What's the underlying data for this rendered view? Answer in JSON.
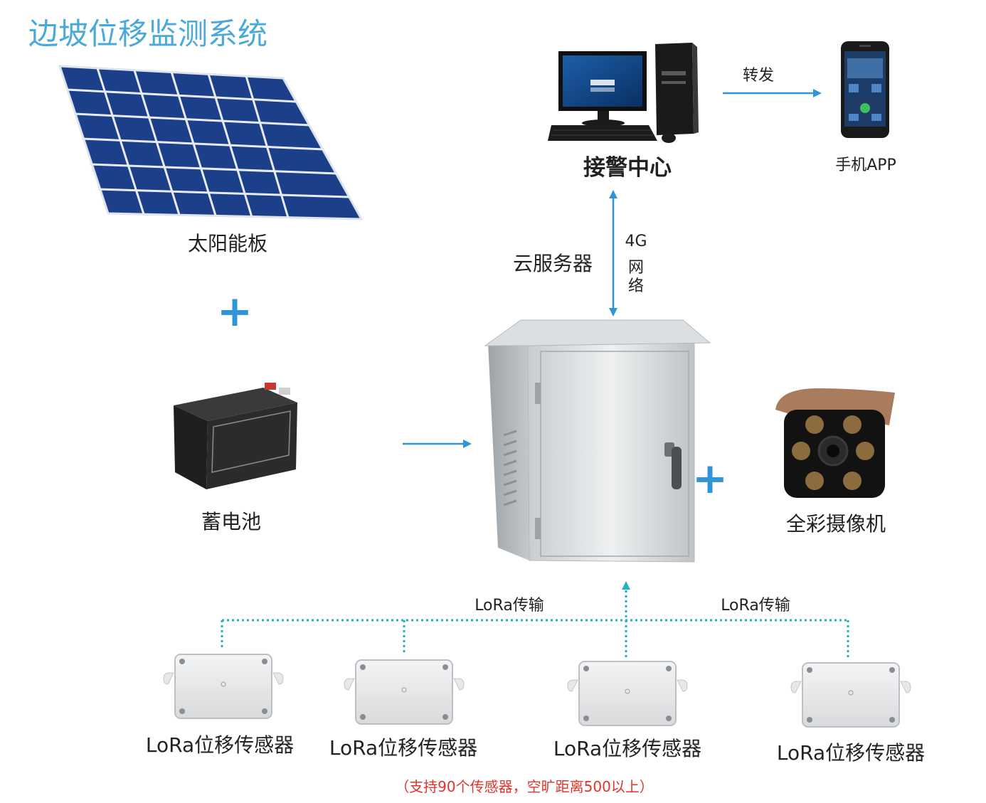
{
  "title": "边坡位移监测系统",
  "components": {
    "solar_panel": "太阳能板",
    "battery": "蓄电池",
    "alarm_center": "接警中心",
    "phone_app": "手机APP",
    "cloud_server": "云服务器",
    "camera": "全彩摄像机",
    "sensor": "LoRa位移传感器"
  },
  "links": {
    "forward": "转发",
    "network_4g": "4G",
    "network_char1": "网",
    "network_char2": "络",
    "lora_left": "LoRa传输",
    "lora_right": "LoRa传输"
  },
  "symbols": {
    "plus": "+"
  },
  "footnote": "（支持90个传感器，空旷距离500以上）",
  "colors": {
    "title": "#4aa9d8",
    "arrow": "#2f95d6",
    "dotted_line": "#26b1c4",
    "note": "#e0342c"
  },
  "icons": [
    "solar-panel-icon",
    "battery-icon",
    "desktop-computer-icon",
    "smartphone-icon",
    "steel-cabinet-icon",
    "camera-icon",
    "sensor-box-icon"
  ]
}
